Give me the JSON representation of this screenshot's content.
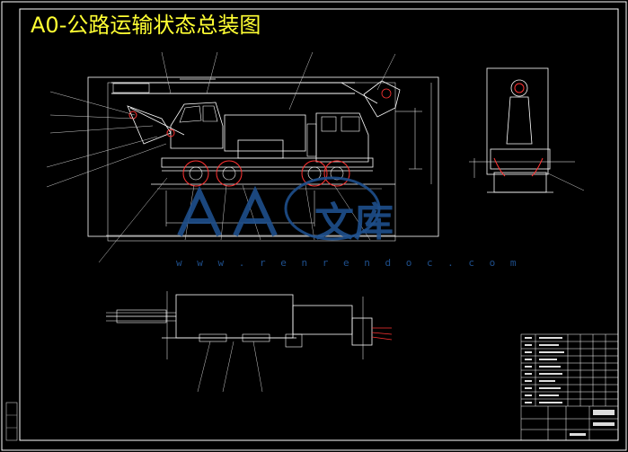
{
  "title": "A0-公路运输状态总装图",
  "watermark": {
    "name": "人人文库",
    "url": "w w w . r e n r e n d o c . c o m"
  },
  "colors": {
    "background": "#000000",
    "title": "#ffff33",
    "line": "#ffffff",
    "wheel": "#ff3333",
    "watermark": "#1e4f8c"
  }
}
